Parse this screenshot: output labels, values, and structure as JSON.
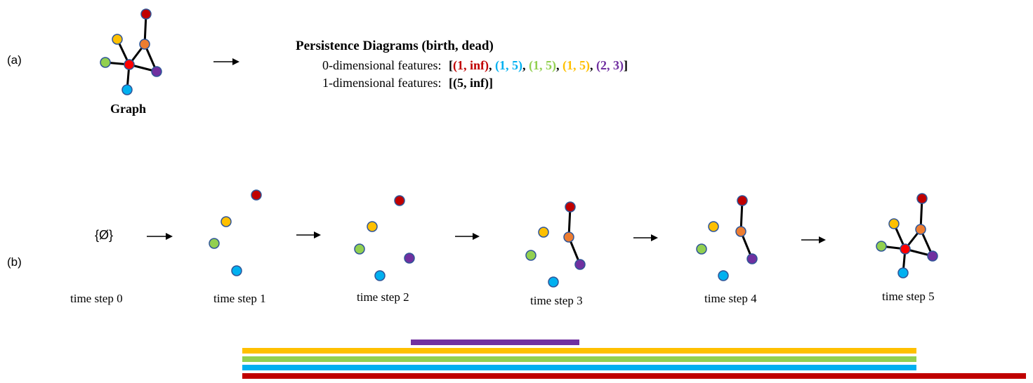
{
  "panel_a": {
    "label": "(a)",
    "graph_caption": "Graph",
    "pd_title": "Persistence Diagrams (birth, dead)",
    "dim0_label": "0-dimensional features:",
    "dim0_features": [
      {
        "text": "(1, inf)",
        "color": "#c00000"
      },
      {
        "text": "(1, 5)",
        "color": "#00b0f0"
      },
      {
        "text": "(1, 5)",
        "color": "#92d050"
      },
      {
        "text": "(1, 5)",
        "color": "#ffc000"
      },
      {
        "text": "(2, 3)",
        "color": "#7030a0"
      }
    ],
    "dim1_label": "1-dimensional features:",
    "dim1_features": [
      {
        "text": "(5, inf)",
        "color": "#000000"
      }
    ]
  },
  "panel_b": {
    "label": "(b)",
    "empty_set": "{Ø}",
    "steps": [
      "time step 0",
      "time step 1",
      "time step 2",
      "time step 3",
      "time step 4",
      "time step 5"
    ]
  },
  "colors": {
    "red": "#c00000",
    "blue": "#00b0f0",
    "green": "#92d050",
    "yellow": "#ffc000",
    "purple": "#7030a0",
    "orange": "#ed7d31",
    "bright_red": "#ff0000",
    "node_outline": "#2f5597"
  },
  "barcode": [
    {
      "name": "purple",
      "birth": 2,
      "death": 3,
      "color": "#7030a0"
    },
    {
      "name": "yellow",
      "birth": 1,
      "death": 5,
      "color": "#ffc000"
    },
    {
      "name": "green",
      "birth": 1,
      "death": 5,
      "color": "#92d050"
    },
    {
      "name": "blue",
      "birth": 1,
      "death": 5,
      "color": "#00b0f0"
    },
    {
      "name": "red",
      "birth": 1,
      "death": "inf",
      "color": "#c00000"
    }
  ]
}
